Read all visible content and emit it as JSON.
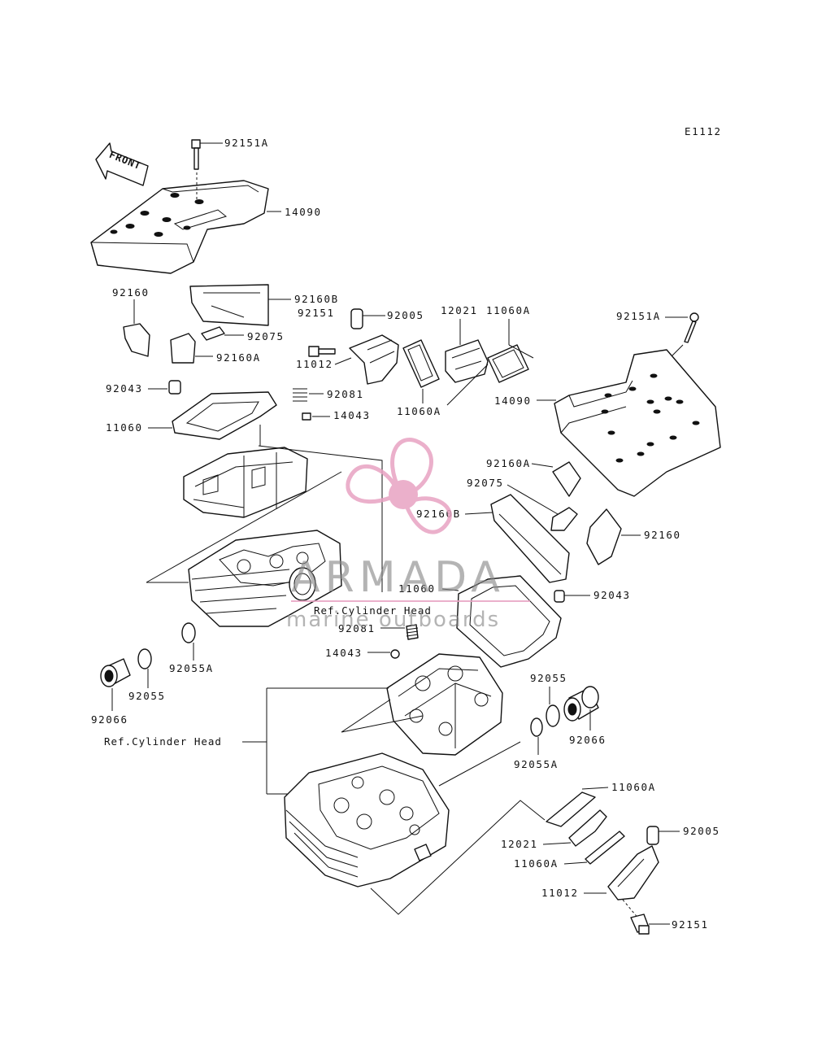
{
  "diagram_code": "E1112",
  "front_arrow_label": "FRONT",
  "watermark": {
    "brand": "ARMADA",
    "tagline": "marine outboards",
    "color": "#e8a3c3"
  },
  "references": {
    "ref_cylinder_head_upper": "Ref.Cylinder Head",
    "ref_cylinder_head_lower": "Ref.Cylinder Head"
  },
  "labels": {
    "p92151A_top": "92151A",
    "p14090_left": "14090",
    "p92160_left": "92160",
    "p92160B_left": "92160B",
    "p92151_left": "92151",
    "p92005_left": "92005",
    "p12021_top": "12021",
    "p11060A_top": "11060A",
    "p92151A_right": "92151A",
    "p92075_left": "92075",
    "p92160A_left": "92160A",
    "p11012_left": "11012",
    "p92043_left": "92043",
    "p92081_left": "92081",
    "p11060A_mid": "11060A",
    "p14090_right": "14090",
    "p11060_left": "11060",
    "p14043_left": "14043",
    "p92160A_right": "92160A",
    "p92075_right": "92075",
    "p92160B_right": "92160B",
    "p92160_right": "92160",
    "p11060_right": "11060",
    "p92043_right": "92043",
    "p92081_center": "92081",
    "p14043_center": "14043",
    "p92055A_left": "92055A",
    "p92055_left": "92055",
    "p92066_left": "92066",
    "p92055_right": "92055",
    "p92066_right": "92066",
    "p92055A_right": "92055A",
    "p11060A_lower1": "11060A",
    "p12021_lower": "12021",
    "p11060A_lower2": "11060A",
    "p92005_right": "92005",
    "p11012_right": "11012",
    "p92151_right": "92151"
  }
}
